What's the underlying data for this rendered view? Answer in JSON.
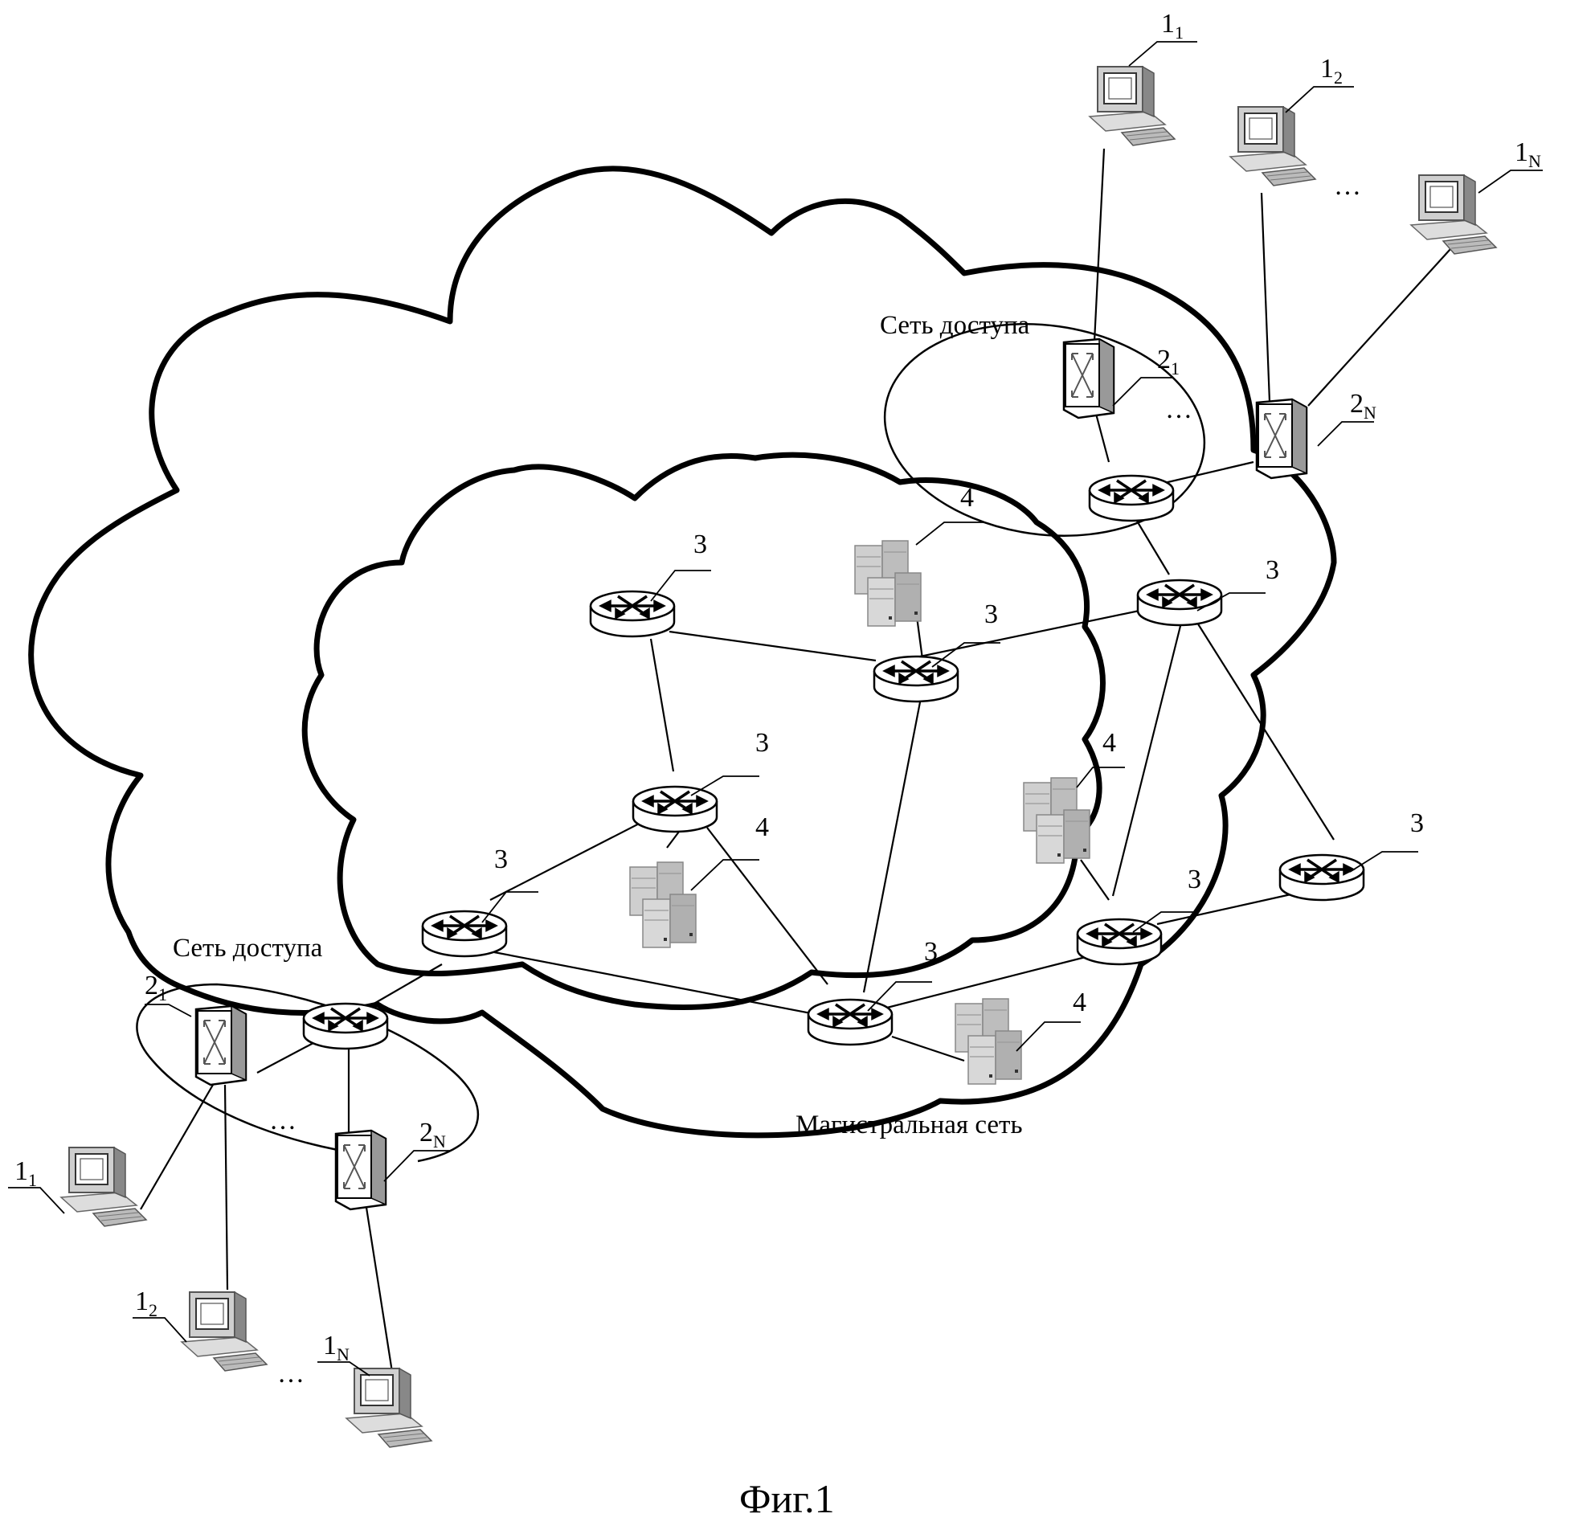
{
  "figure": {
    "caption": "Фиг.1"
  },
  "regions": {
    "access_top": "Сеть доступа",
    "access_bottom": "Сеть доступа",
    "backbone": "Магистральная сеть"
  },
  "labels": {
    "terminal": "1",
    "access_switch": "2",
    "router": "3",
    "server": "4",
    "sub_1": "1",
    "sub_2": "2",
    "sub_n": "N",
    "ellipsis": "…"
  }
}
